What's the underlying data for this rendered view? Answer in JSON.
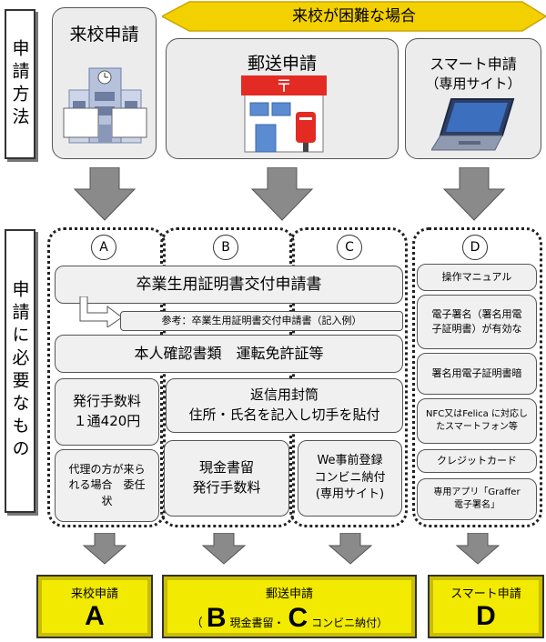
{
  "banner": {
    "label": "来校が困難な場合"
  },
  "sections": {
    "method_label": "申請方法",
    "required_label": "申請に必要なもの"
  },
  "methods": {
    "visit": "来校申請",
    "mail": "郵送申請",
    "smart_line1": "スマート申請",
    "smart_line2": "（専用サイト）"
  },
  "columns": [
    "A",
    "B",
    "C",
    "D"
  ],
  "items": {
    "certificate_form": "卒業生用証明書交付申請書",
    "reference": "参考：卒業生用証明書交付申請書（記入例）",
    "id_docs": "本人確認書類　運転免許証等",
    "fee_line1": "発行手数料",
    "fee_line2": "１通420円",
    "proxy_line1": "代理の方が来ら",
    "proxy_line2": "れる場合　委任",
    "proxy_line3": "状",
    "envelope_line1": "返信用封筒",
    "envelope_line2": "住所・氏名を記入し切手を貼付",
    "cash_line1": "現金書留",
    "cash_line2": "発行手数料",
    "web_line1": "We事前登録",
    "web_line2": "コンビニ納付",
    "web_line3": "(専用サイト)",
    "d_manual": "操作マニュアル",
    "d_sig_line1": "電子署名（署名用電",
    "d_sig_line2": "子証明書）が有効な",
    "d_pin": "署名用電子証明書暗",
    "d_nfc_line1": "NFC又はFelica に対応し",
    "d_nfc_line2": "たスマートフォン等",
    "d_card": "クレジットカード",
    "d_app_line1": "専用アプリ「Graffer",
    "d_app_line2": "電子署名」"
  },
  "results": {
    "visit_title": "来校申請",
    "visit_letter": "A",
    "mail_title": "郵送申請",
    "mail_open": "（",
    "mail_b": "B",
    "mail_b_note": "現金書留・",
    "mail_c": "C",
    "mail_c_note": "コンビニ納付）",
    "smart_title": "スマート申請",
    "smart_letter": "D"
  },
  "colors": {
    "result_yellow": "#f2ea00",
    "post_red": "#e32b24",
    "arrow_gray": "#8a8a8a",
    "card_gray": "#f0f0f0"
  },
  "icons": [
    "school-building-icon",
    "post-office-icon",
    "laptop-icon",
    "down-arrow-icon",
    "bent-arrow-icon"
  ]
}
